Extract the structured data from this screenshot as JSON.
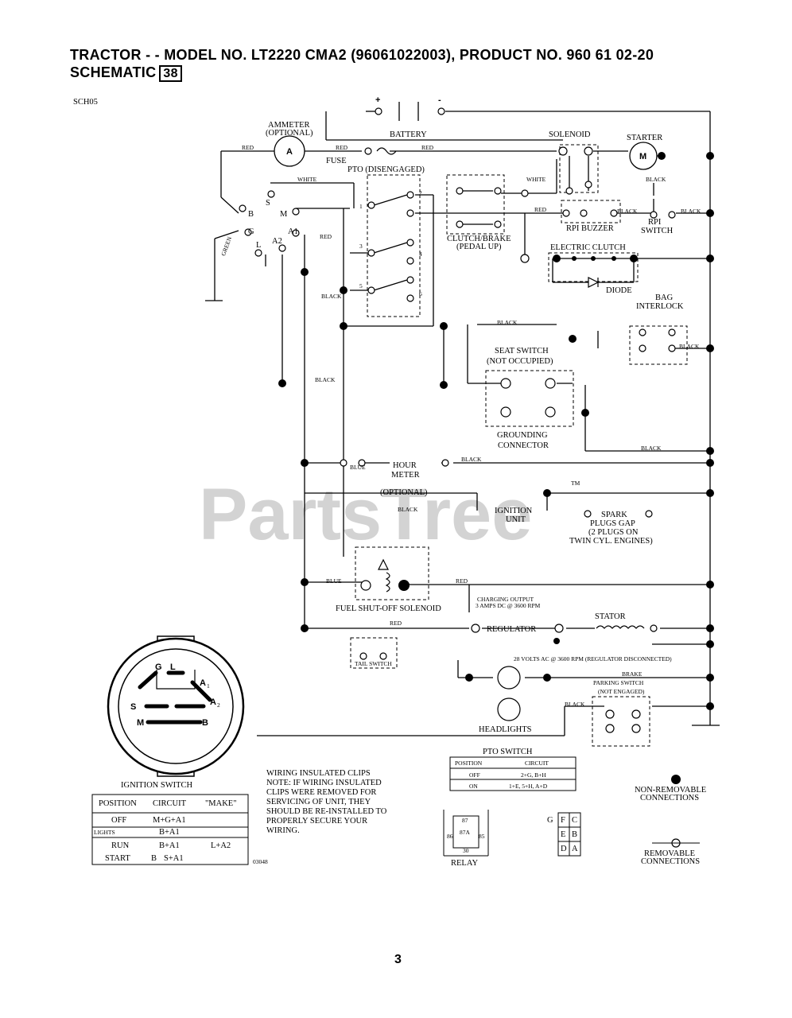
{
  "header": {
    "title_line1": "TRACTOR - - MODEL NO. LT2220 CMA2  (96061022003), PRODUCT NO. 960 61 02-20",
    "title_line2": "SCHEMATIC",
    "schematic_number": "38"
  },
  "diagram_code": "SCH05",
  "watermark": {
    "text": "PartsTree",
    "tm": "TM"
  },
  "components": {
    "battery": "BATTERY",
    "battery_pos": "+",
    "battery_neg": "-",
    "ammeter": "AMMETER",
    "ammeter_opt": "(OPTIONAL)",
    "ammeter_symbol": "A",
    "fuse": "FUSE",
    "solenoid": "SOLENOID",
    "starter": "STARTER",
    "starter_symbol": "M",
    "pto": "PTO (DISENGAGED)",
    "clutch_brake_1": "CLUTCH/BRAKE",
    "clutch_brake_2": "(PEDAL UP)",
    "rpi_buzzer": "RPI BUZZER",
    "rpi_switch_1": "RPI",
    "rpi_switch_2": "SWITCH",
    "electric_clutch": "ELECTRIC CLUTCH",
    "diode": "DIODE",
    "bag_interlock_1": "BAG",
    "bag_interlock_2": "INTERLOCK",
    "seat_switch_1": "SEAT SWITCH",
    "seat_switch_2": "(NOT OCCUPIED)",
    "grounding_1": "GROUNDING",
    "grounding_2": "CONNECTOR",
    "hour_meter_1": "HOUR",
    "hour_meter_2": "METER",
    "hour_meter_3": "(OPTIONAL)",
    "ignition_unit_1": "IGNITION",
    "ignition_unit_2": "UNIT",
    "spark_1": "SPARK",
    "spark_2": "PLUGS GAP",
    "spark_3": "(2 PLUGS ON",
    "spark_4": "TWIN CYL. ENGINES)",
    "fuel_solenoid": "FUEL SHUT-OFF SOLENOID",
    "charging_1": "CHARGING OUTPUT",
    "charging_2": "3 AMPS DC @ 3600 RPM",
    "regulator": "REGULATOR",
    "stator": "STATOR",
    "volts_note": "28 VOLTS AC @ 3600 RPM (REGULATOR DISCONNECTED)",
    "tail_switch": "TAIL SWITCH",
    "headlights": "HEADLIGHTS",
    "brake_switch_1": "BRAKE",
    "brake_switch_2": "PARKING SWITCH",
    "brake_switch_3": "(NOT ENGAGED)",
    "ignition_switch": "IGNITION SWITCH"
  },
  "wire_labels": {
    "red": "RED",
    "white": "WHITE",
    "black": "BLACK",
    "blue": "BLUE",
    "grn": "GREEN"
  },
  "ignition_terminals": {
    "b": "B",
    "s": "S",
    "m": "M",
    "g": "G",
    "l": "L",
    "a1": "A1",
    "a2": "A2"
  },
  "pto_terminals": {
    "t1": "1",
    "t2": "2",
    "t3": "3",
    "t4": "4",
    "t5": "5",
    "t6": "6"
  },
  "ignition_switch_face": {
    "g": "G",
    "l": "L",
    "a1": "A",
    "a1_sub": "1",
    "a2": "A",
    "a2_sub": "2",
    "s": "S",
    "m": "M",
    "b": "B"
  },
  "ignition_table": {
    "headers": [
      "POSITION",
      "CIRCUIT",
      "\"MAKE\""
    ],
    "rows": [
      [
        "OFF",
        "M+G+A1",
        ""
      ],
      [
        "LIGHTS",
        "B+A1",
        ""
      ],
      [
        "RUN",
        "B+A1",
        "L+A2"
      ],
      [
        "START",
        "B",
        "S+A1"
      ]
    ]
  },
  "notes": {
    "code": "03048",
    "wiring_line1": "WIRING INSULATED CLIPS",
    "wiring_line2": "NOTE: IF WIRING INSULATED",
    "wiring_line3": "CLIPS WERE REMOVED FOR",
    "wiring_line4": "SERVICING OF UNIT, THEY",
    "wiring_line5": "SHOULD BE RE-INSTALLED TO",
    "wiring_line6": "PROPERLY SECURE YOUR",
    "wiring_line7": "WIRING."
  },
  "pto_switch_table": {
    "title": "PTO SWITCH",
    "headers": [
      "POSITION",
      "CIRCUIT"
    ],
    "rows": [
      [
        "OFF",
        "2+G, B+H"
      ],
      [
        "ON",
        "1+E, 5+H, A+D"
      ]
    ]
  },
  "relay": {
    "label": "RELAY",
    "p87": "87",
    "p87a": "87A",
    "p86": "86",
    "p85": "85",
    "p30": "30"
  },
  "connector": {
    "g": "G",
    "f": "F",
    "c": "C",
    "e": "E",
    "b": "B",
    "d": "D",
    "a": "A"
  },
  "legend": {
    "non_removable_1": "NON-REMOVABLE",
    "non_removable_2": "CONNECTIONS",
    "removable_1": "REMOVABLE",
    "removable_2": "CONNECTIONS"
  },
  "page_number": "3"
}
